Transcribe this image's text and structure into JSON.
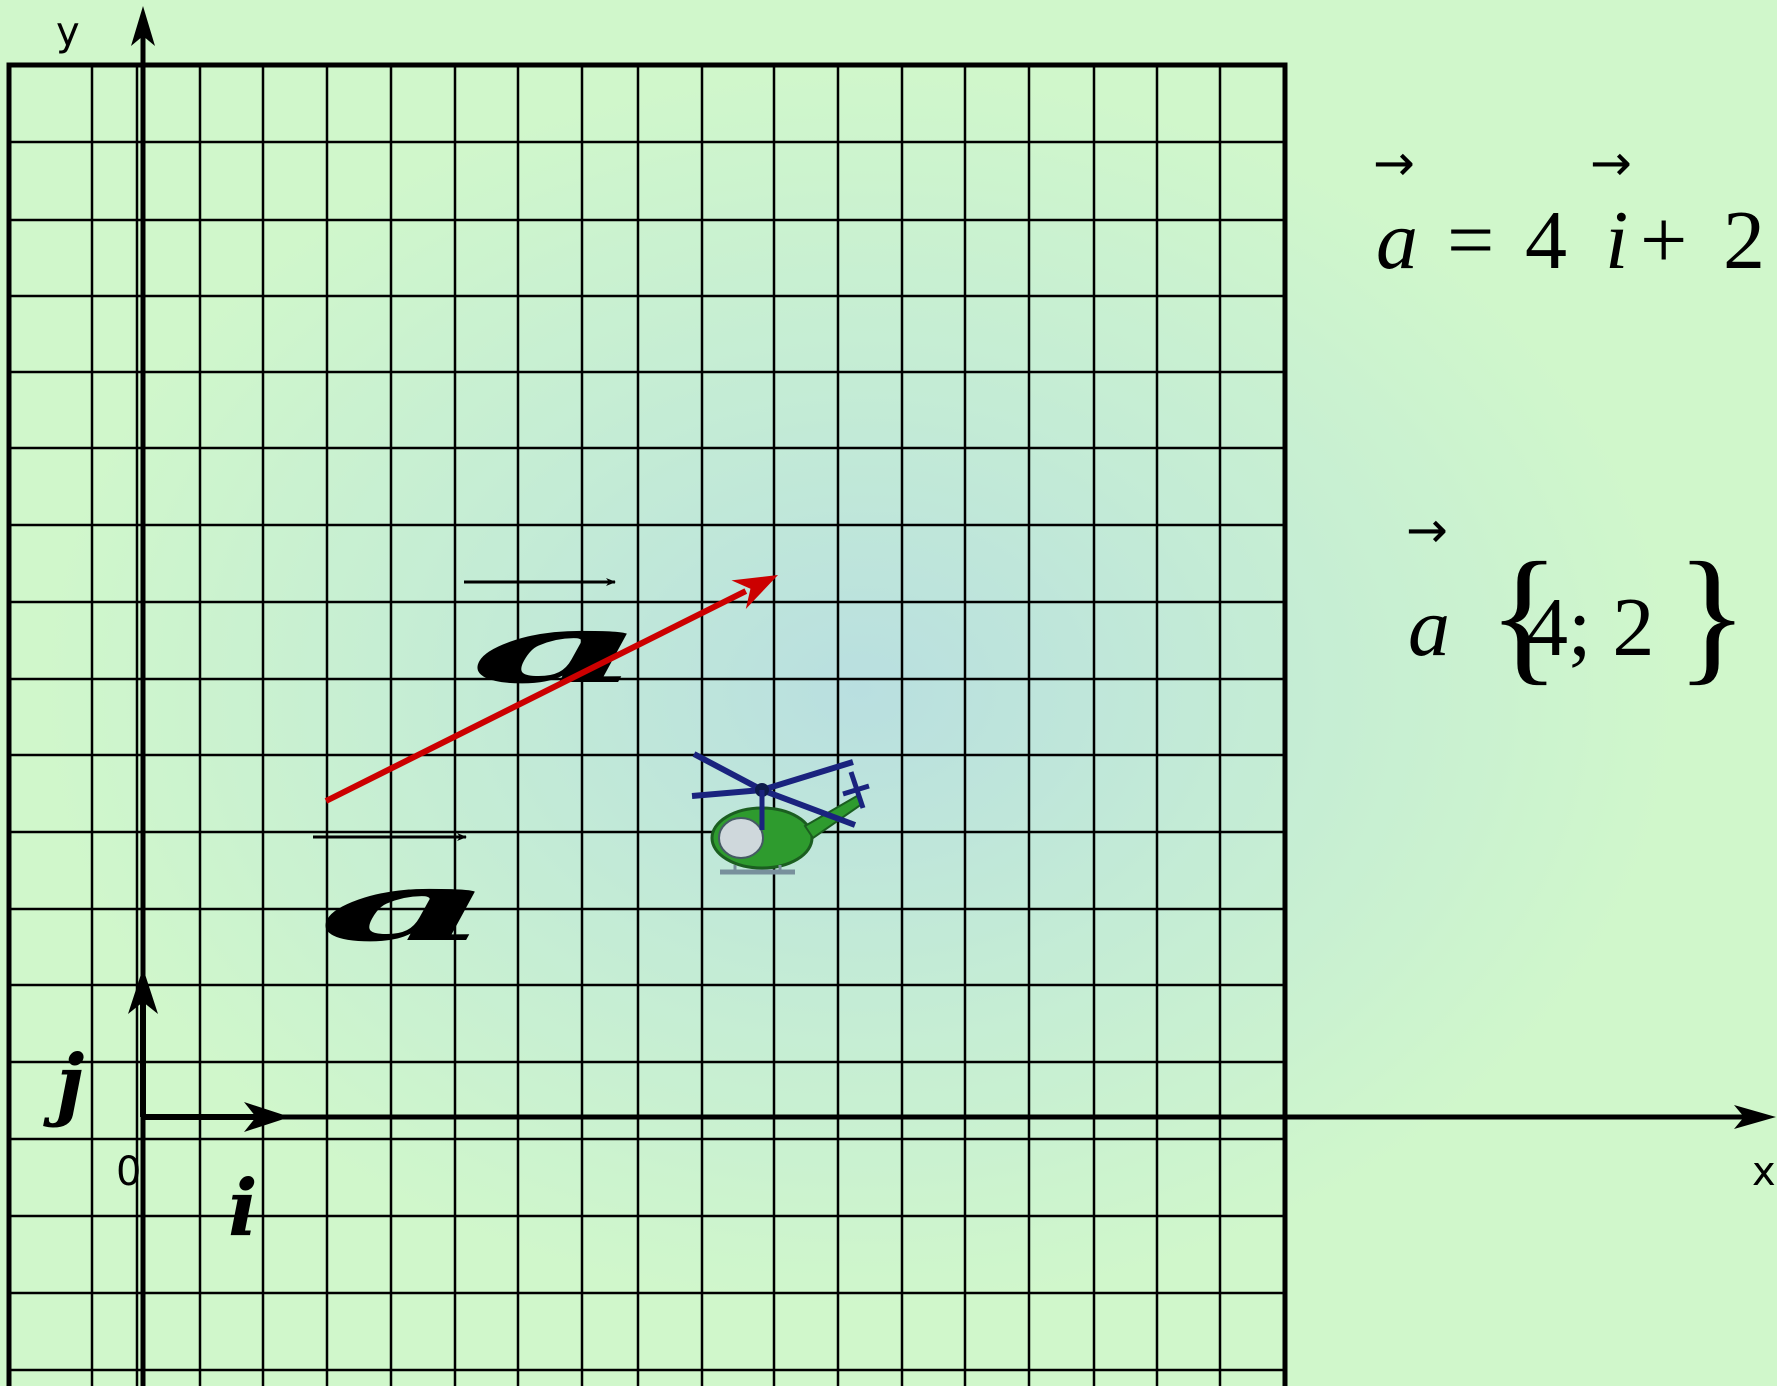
{
  "axes": {
    "x_label": "x",
    "y_label": "y",
    "origin_label": "0"
  },
  "basis": {
    "i_label": "i",
    "j_label": "j"
  },
  "vectors": {
    "label": "a",
    "red_vector_components": [
      4,
      2
    ],
    "vector_color": "#cc0000"
  },
  "formulas": {
    "decomposition": {
      "vector": "a",
      "equals": "=",
      "coef_i": "4",
      "basis_i": "i",
      "plus": "+",
      "coef_j": "2",
      "arrow": "→"
    },
    "coordinates": {
      "vector": "a",
      "arrow": "→",
      "open_brace": "{",
      "values": "4; 2",
      "close_brace": "}"
    }
  },
  "helicopter": {
    "icon": "helicopter-icon",
    "body_color": "#2e9b2e",
    "rotor_color": "#1a237e"
  }
}
